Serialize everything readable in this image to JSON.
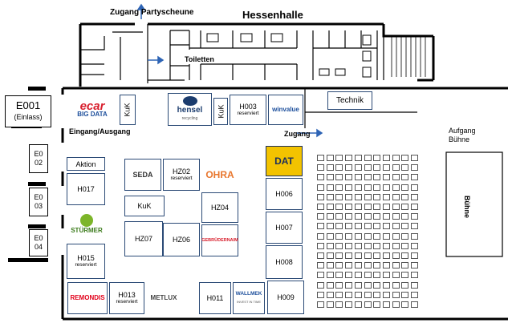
{
  "titles": {
    "hall": "Hessenhalle",
    "north_access": "Zugang Partyscheune",
    "toilets": "Toiletten",
    "technik": "Technik",
    "entrance_label": "Eingang/Ausgang",
    "zugang": "Zugang",
    "stage_access_line1": "Aufgang",
    "stage_access_line2": "Bühne",
    "stage": "Bühne"
  },
  "exits": [
    {
      "line1": "E001",
      "line2": "(Einlass)"
    },
    {
      "line1": "E0",
      "line2": "02"
    },
    {
      "line1": "E0",
      "line2": "03"
    },
    {
      "line1": "E0",
      "line2": "04"
    }
  ],
  "booths": {
    "kuk1": "KuK",
    "kuk2": "KuK",
    "kuk3": "KuK",
    "h003": "H003",
    "h003_sub": "reserviert",
    "aktion": "Aktion",
    "h017": "H017",
    "h015": "H015",
    "h015_sub": "reserviert",
    "hz02": "HZ02",
    "hz02_sub": "reserviert",
    "hz04": "HZ04",
    "hz07": "HZ07",
    "hz06": "HZ06",
    "h006": "H006",
    "h007": "H007",
    "h008": "H008",
    "h009": "H009",
    "h011": "H011",
    "h013": "H013",
    "h013_sub": "reserviert"
  },
  "logos": {
    "ecar_top": "ecar",
    "ecar_bottom": "BIG DATA",
    "hensel": "hensel",
    "hensel_sub": "recycling",
    "winvalue": "winvalue",
    "dat": "DAT",
    "seda": "SEDA",
    "ohra": "OHRA",
    "sturmer": "STÜRMER",
    "gebrueder": "GEBRÜDERNAIM",
    "remondis": "REMONDIS",
    "metlux": "METLUX",
    "wallmek": "WALLMEK",
    "wallmek_sub": "INVEST IN TIME"
  },
  "colors": {
    "booth_border": "#2b4a76",
    "ecar_red": "#d8202e",
    "ecar_blue": "#1d4f9c",
    "dat_yellow": "#f3c300",
    "dat_navy": "#1b2f5c",
    "sturmer_green": "#7cb529",
    "remondis_red": "#e2001a",
    "ohra_orange": "#e8762d",
    "arrow_blue": "#2e64b5"
  }
}
